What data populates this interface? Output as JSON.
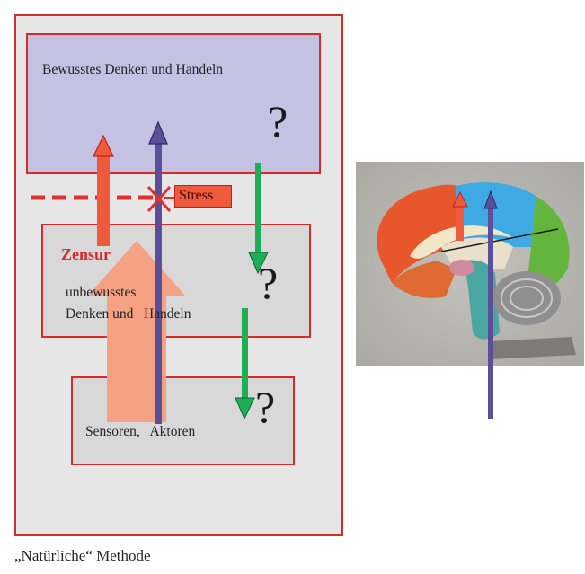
{
  "labels": {
    "conscious": "Bewusstes Denken und Handeln",
    "stress": "Stress",
    "censorship": "Zensur",
    "unconscious_line1": "unbewusstes",
    "unconscious_line2": "Denken und   Handeln",
    "sensors": "Sensoren,   Aktoren",
    "question_mark": "?",
    "caption": "„Natürliche“ Methode"
  },
  "colors": {
    "frame_red": "#d92a2a",
    "conscious_fill": "#c4c1e2",
    "box_fill": "#d8d8d8",
    "outer_fill": "#e6e6e6",
    "arrow_red": "#f05a3c",
    "arrow_blue": "#5b4f9a",
    "arrow_green": "#1fae55",
    "big_arrow_salmon": "#f4a184"
  },
  "image": {
    "subject": "brain-cross-section-model"
  }
}
